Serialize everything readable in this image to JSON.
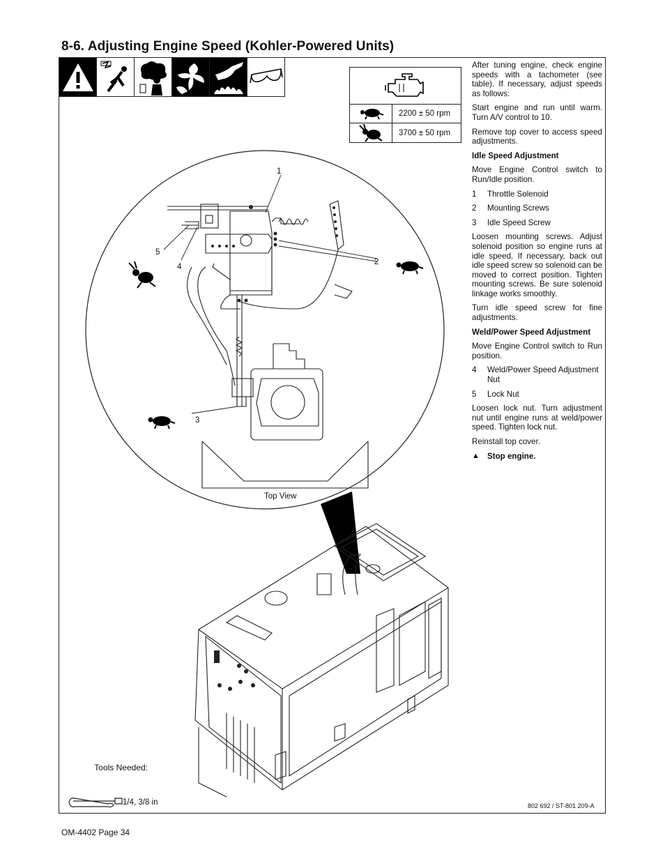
{
  "section_title": "8-6.   Adjusting Engine Speed (Kohler-Powered Units)",
  "warning_icons": [
    "warning-triangle-icon",
    "electric-shock-icon",
    "fumes-icon",
    "moving-parts-icon",
    "hot-parts-icon",
    "safety-glasses-icon"
  ],
  "speed_table": {
    "header_icon": "engine-icon",
    "rows": [
      {
        "icon": "turtle-icon",
        "value": "2200 ± 50 rpm"
      },
      {
        "icon": "rabbit-icon",
        "value": "3700 ± 50 rpm"
      }
    ]
  },
  "instructions": {
    "intro": "After tuning engine, check engine speeds with a tachometer (see table). If necessary, adjust speeds as follows:",
    "step_start": "Start engine and run until warm. Turn A/V control to 10.",
    "step_cover": "Remove top cover to access speed adjustments.",
    "idle_heading": "Idle Speed Adjustment",
    "idle_move": "Move Engine Control switch to Run/Idle position.",
    "idle_items": [
      {
        "num": "1",
        "text": "Throttle Solenoid"
      },
      {
        "num": "2",
        "text": "Mounting Screws"
      },
      {
        "num": "3",
        "text": "Idle Speed Screw"
      }
    ],
    "idle_loosen": "Loosen mounting screws. Adjust solenoid position so engine runs at idle speed. If necessary, back out idle speed screw so solenoid can be moved to correct position. Tighten mounting screws. Be sure solenoid linkage works smoothly.",
    "idle_turn": "Turn idle speed screw for fine adjustments.",
    "weld_heading": "Weld/Power Speed Adjustment",
    "weld_move": "Move Engine Control switch to Run position.",
    "weld_items": [
      {
        "num": "4",
        "text": "Weld/Power Speed Adjustment Nut"
      },
      {
        "num": "5",
        "text": "Lock Nut"
      }
    ],
    "weld_loosen": "Loosen lock nut. Turn adjustment nut until engine runs at weld/power speed. Tighten lock nut.",
    "reinstall": "Reinstall top cover.",
    "stop_symbol": "▲",
    "stop": "Stop engine."
  },
  "callouts": {
    "c1": "1",
    "c2": "2",
    "c3": "3",
    "c4": "4",
    "c5": "5"
  },
  "top_view_label": "Top View",
  "tools": {
    "label": "Tools Needed:",
    "size": "1/4, 3/8 in"
  },
  "figure_ref": "802 692 / ST-801 209-A",
  "page_footer": "OM-4402 Page 34"
}
